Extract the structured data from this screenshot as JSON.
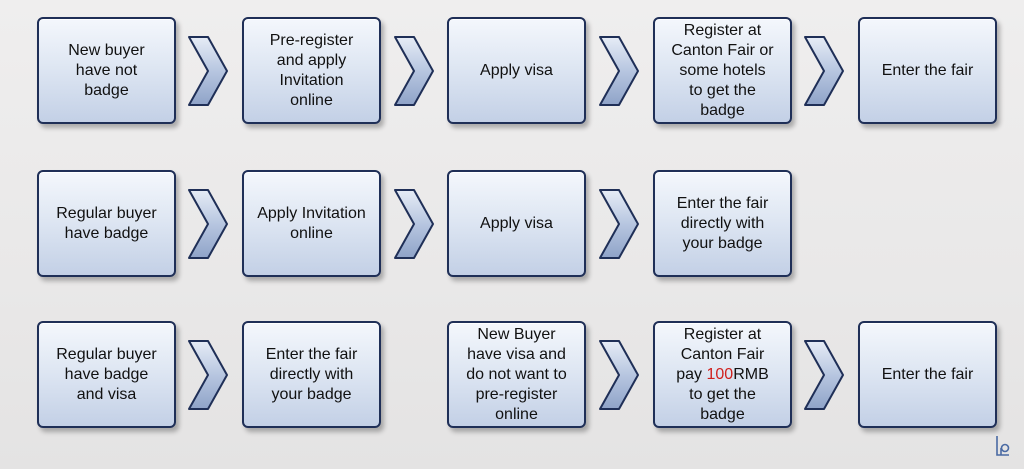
{
  "rows": [
    {
      "boxes": [
        "New buyer\nhave not\nbadge",
        "Pre-register\nand apply\nInvitation\nonline",
        "Apply visa",
        "Register at\nCanton Fair or\nsome hotels\nto get the\nbadge",
        "Enter the fair"
      ]
    },
    {
      "boxes": [
        "Regular buyer\nhave badge",
        "Apply Invitation\nonline",
        "Apply visa",
        "Enter the fair\ndirectly with\nyour badge"
      ]
    },
    {
      "boxes": [
        "Regular buyer\nhave badge\nand visa",
        "Enter the fair\ndirectly with\nyour badge",
        "New Buyer\nhave visa and\ndo not want to\npre-register\nonline",
        "Register at\nCanton Fair\npay [100]RMB\nto get the\nbadge",
        "Enter the fair"
      ]
    }
  ],
  "colors": {
    "box_border": "#1f2f57",
    "box_fill_top": "#f4f7fc",
    "box_fill_bottom": "#c3d0e6",
    "arrow_fill": "#b7c6e0",
    "arrow_stroke": "#1f2f57",
    "highlight_text": "#d0201d"
  },
  "icons": {
    "connector": "chevron-right-arrow-icon",
    "logo": "watermark-logo-icon"
  }
}
